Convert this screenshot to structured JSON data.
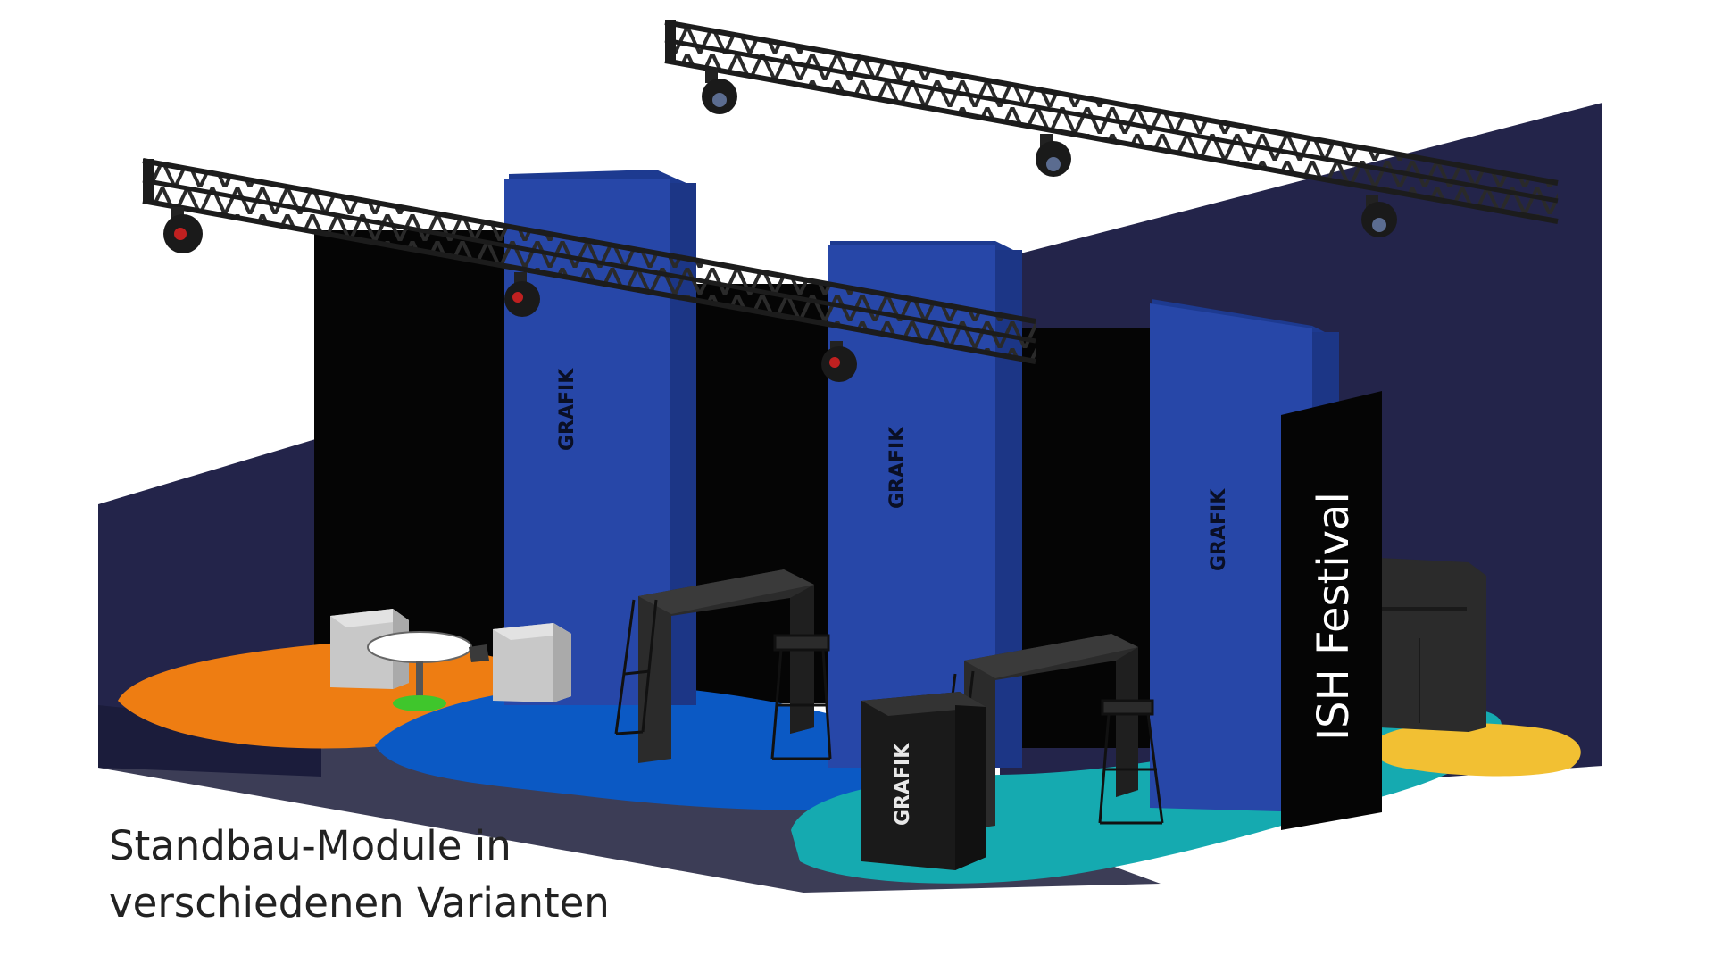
{
  "caption": {
    "line1": "Standbau-Module in",
    "line2": "verschiedenen Varianten"
  },
  "panels": {
    "grafik_1": "GRAFIK",
    "grafik_2": "GRAFIK",
    "grafik_3": "GRAFIK",
    "grafik_counter": "GRAFIK",
    "banner": "ISH Festival"
  },
  "colors": {
    "back_wall": "#23244a",
    "black_panel": "#050505",
    "blue_panel": "#2747a8",
    "truss": "#1c1c1c",
    "floor_orange": "#ee7d12",
    "floor_blue": "#0b59c4",
    "floor_teal": "#15aab0",
    "floor_yellow": "#f2c033",
    "furniture": "#2b2b2b",
    "cube": "#cfcfcf",
    "table_base": "#3fc62c"
  }
}
